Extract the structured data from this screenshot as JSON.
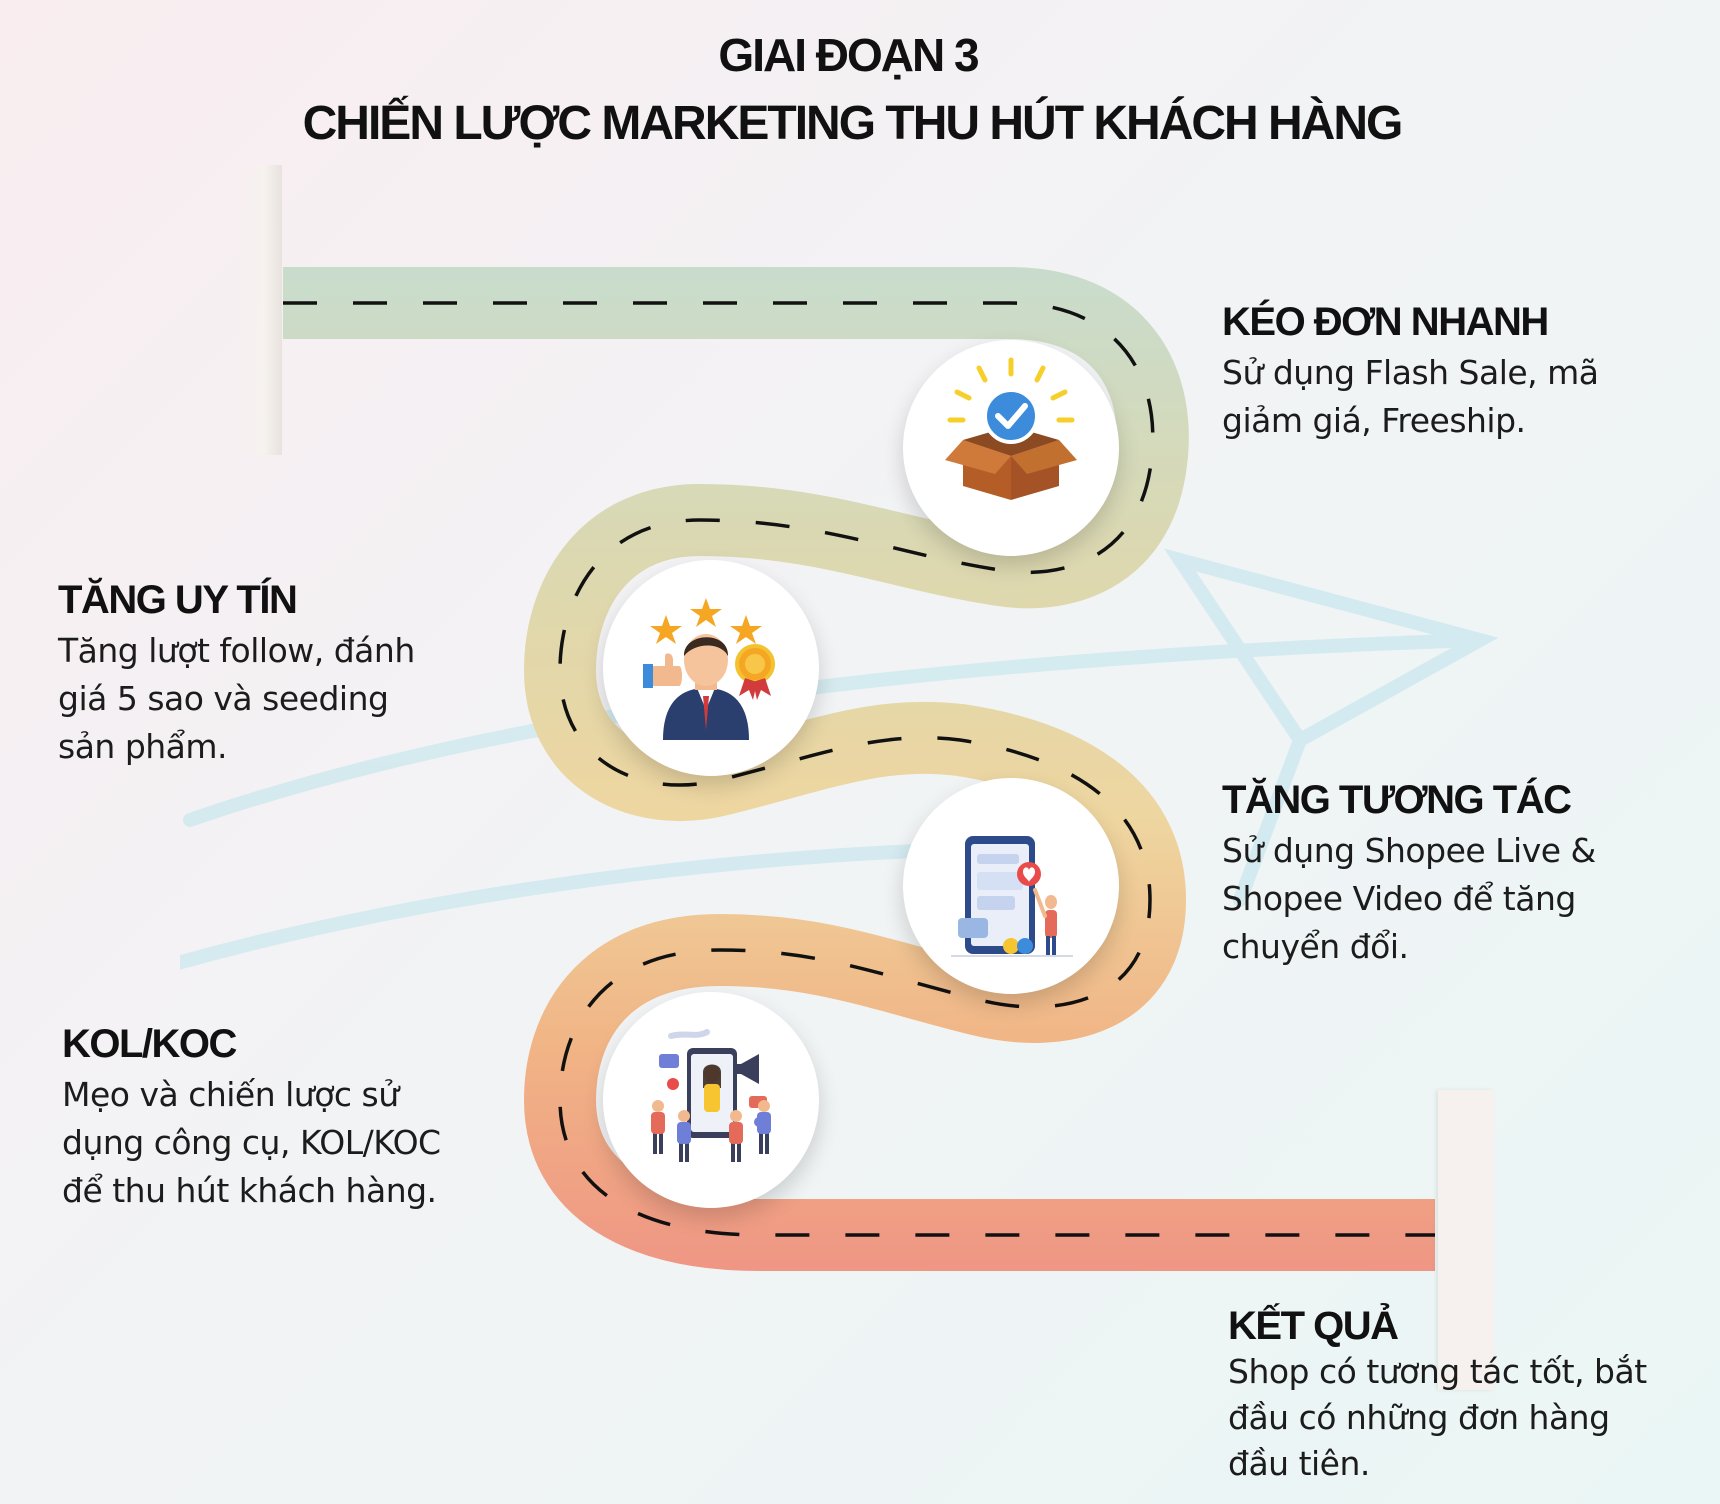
{
  "header": {
    "line1": "GIAI ĐOẠN 3",
    "line2": "CHIẾN LƯỢC MARKETING THU HÚT KHÁCH HÀNG"
  },
  "steps": [
    {
      "title": "KÉO ĐƠN NHANH",
      "lines": [
        "Sử dụng Flash Sale, mã",
        "giảm giá, Freeship."
      ]
    },
    {
      "title": "TĂNG UY TÍN",
      "lines": [
        "Tăng lượt follow, đánh",
        "giá 5 sao và seeding",
        "sản phẩm."
      ]
    },
    {
      "title": "TĂNG TƯƠNG TÁC",
      "lines": [
        "Sử dụng Shopee Live &",
        "Shopee Video để tăng",
        "chuyển đổi."
      ]
    },
    {
      "title": "KOL/KOC",
      "lines": [
        "Mẹo và chiến lược sử",
        "dụng công cụ, KOL/KOC",
        "để thu hút khách hàng."
      ]
    },
    {
      "title": "KẾT QUẢ",
      "lines": [
        "Shop có tương tác tốt, bắt",
        "đầu có những đơn hàng",
        "đầu tiên."
      ]
    }
  ],
  "icons": [
    "box-check-icon",
    "reputation-stars-icon",
    "phone-interaction-icon",
    "kol-megaphone-icon"
  ],
  "colors": {
    "road_start": "#c8dcce",
    "road_mid": "#eed7a2",
    "road_end": "#f0998a",
    "watermark": "#cfeaf0"
  }
}
